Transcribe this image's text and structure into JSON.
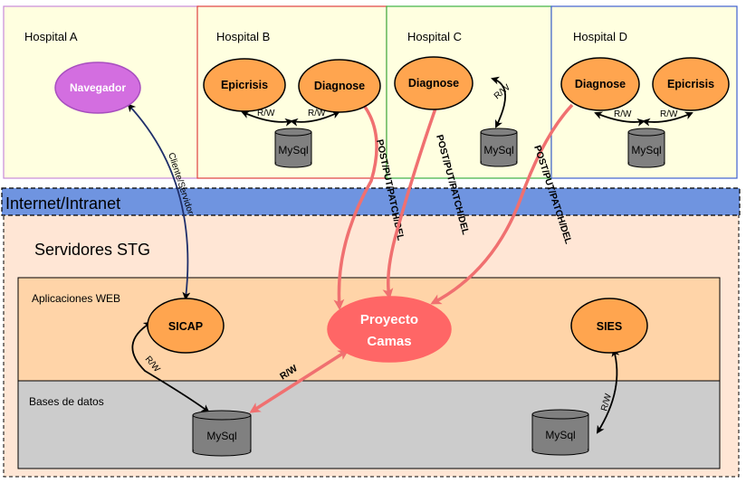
{
  "hospitals": {
    "a": {
      "title": "Hospital A",
      "navegador": "Navegador"
    },
    "b": {
      "title": "Hospital B",
      "epicrisis": "Epicrisis",
      "diagnose": "Diagnose",
      "db": "MySql",
      "rw1": "R/W",
      "rw2": "R/W"
    },
    "c": {
      "title": "Hospital C",
      "diagnose": "Diagnose",
      "db": "MySql",
      "rw": "R/W"
    },
    "d": {
      "title": "Hospital D",
      "diagnose": "Diagnose",
      "epicrisis": "Epicrisis",
      "db": "MySql",
      "rw1": "R/W",
      "rw2": "R/W"
    }
  },
  "network": {
    "label": "Internet/Intranet"
  },
  "servers": {
    "title": "Servidores STG",
    "apps": {
      "title": "Aplicaciones WEB",
      "sicap": "SICAP",
      "proyecto_line1": "Proyecto",
      "proyecto_line2": "Camas",
      "sies": "SIES"
    },
    "dbs": {
      "title": "Bases de datos",
      "mysql_sicap": "MySql",
      "mysql_sies": "MySql"
    }
  },
  "edges": {
    "cliente_servidor": "Cliente/Servidor",
    "post_b": "POST/PUT/PATCH/DEL",
    "post_c": "POST/PUT/PATCH/DEL",
    "post_d": "POST/PUT/PATCH/DEL",
    "rw_sicap": "R/W",
    "rw_camas": "R/W",
    "rw_sies": "R/W"
  },
  "colors": {
    "hospital_bg": "#ffffe0",
    "orange_node": "#ffa54f",
    "purple_node": "#d36ee0",
    "red_node": "#ff6666",
    "red_arrow": "#f07070",
    "network_band": "#6f94e0",
    "servers_bg": "#ffe6d5",
    "apps_bg": "#ffd4a8",
    "db_bg": "#cccccc",
    "db_cylinder": "#808080",
    "frame_b": "#e04040",
    "frame_c": "#3cb043",
    "frame_d": "#4060d0"
  }
}
